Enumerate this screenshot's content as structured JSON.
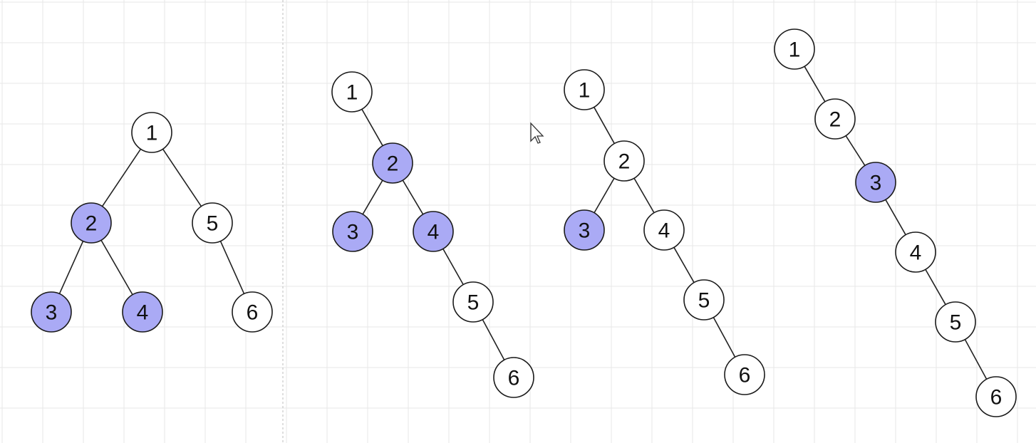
{
  "colors": {
    "highlight_fill": "#aaaaf5",
    "normal_fill": "#ffffff",
    "stroke": "#1a1a1a",
    "grid": "#e7e7e7"
  },
  "trees": [
    {
      "id": "tree-1",
      "nodes": [
        {
          "label": "1",
          "highlighted": false
        },
        {
          "label": "2",
          "highlighted": true
        },
        {
          "label": "5",
          "highlighted": false
        },
        {
          "label": "3",
          "highlighted": true
        },
        {
          "label": "4",
          "highlighted": true
        },
        {
          "label": "6",
          "highlighted": false
        }
      ],
      "edges": [
        [
          "1",
          "2"
        ],
        [
          "1",
          "5"
        ],
        [
          "2",
          "3"
        ],
        [
          "2",
          "4"
        ],
        [
          "5",
          "6"
        ]
      ]
    },
    {
      "id": "tree-2",
      "nodes": [
        {
          "label": "1",
          "highlighted": false
        },
        {
          "label": "2",
          "highlighted": true
        },
        {
          "label": "3",
          "highlighted": true
        },
        {
          "label": "4",
          "highlighted": true
        },
        {
          "label": "5",
          "highlighted": false
        },
        {
          "label": "6",
          "highlighted": false
        }
      ],
      "edges": [
        [
          "1",
          "2"
        ],
        [
          "2",
          "3"
        ],
        [
          "2",
          "4"
        ],
        [
          "4",
          "5"
        ],
        [
          "5",
          "6"
        ]
      ]
    },
    {
      "id": "tree-3",
      "nodes": [
        {
          "label": "1",
          "highlighted": false
        },
        {
          "label": "2",
          "highlighted": false
        },
        {
          "label": "3",
          "highlighted": true
        },
        {
          "label": "4",
          "highlighted": false
        },
        {
          "label": "5",
          "highlighted": false
        },
        {
          "label": "6",
          "highlighted": false
        }
      ],
      "edges": [
        [
          "1",
          "2"
        ],
        [
          "2",
          "3"
        ],
        [
          "2",
          "4"
        ],
        [
          "4",
          "5"
        ],
        [
          "5",
          "6"
        ]
      ]
    },
    {
      "id": "tree-4",
      "nodes": [
        {
          "label": "1",
          "highlighted": false
        },
        {
          "label": "2",
          "highlighted": false
        },
        {
          "label": "3",
          "highlighted": true
        },
        {
          "label": "4",
          "highlighted": false
        },
        {
          "label": "5",
          "highlighted": false
        },
        {
          "label": "6",
          "highlighted": false
        }
      ],
      "edges": [
        [
          "1",
          "2"
        ],
        [
          "2",
          "3"
        ],
        [
          "3",
          "4"
        ],
        [
          "4",
          "5"
        ],
        [
          "5",
          "6"
        ]
      ]
    }
  ]
}
